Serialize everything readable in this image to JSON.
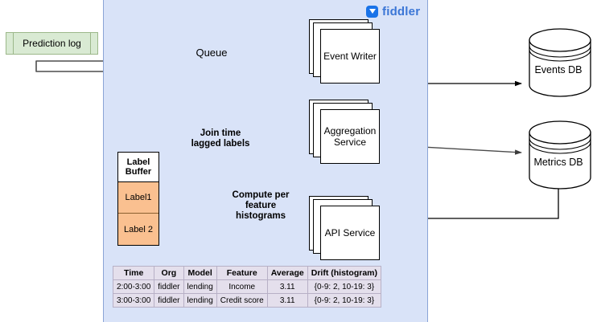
{
  "brand": {
    "name": "fiddler",
    "logo_icon": "fiddler-shield-icon",
    "color": "#3b76d6"
  },
  "platform": {
    "background": "#d9e3f8"
  },
  "external": {
    "prediction_log": {
      "label": "Prediction log",
      "fill": "#d9ead3"
    },
    "databases": [
      {
        "id": "events-db",
        "label": "Events DB"
      },
      {
        "id": "metrics-db",
        "label": "Metrics DB"
      }
    ]
  },
  "components": {
    "queue": {
      "label": "Queue",
      "shape": "cylinder"
    },
    "services": [
      {
        "id": "event-writer",
        "label": "Event Writer"
      },
      {
        "id": "aggregation-service",
        "label": "Aggregation Service",
        "line1": "Aggregation",
        "line2": "Service"
      },
      {
        "id": "api-service",
        "label": "API Service"
      }
    ]
  },
  "label_buffer": {
    "title_line1": "Label",
    "title_line2": "Buffer",
    "fill": "#fac090",
    "rows": [
      "Label1",
      "Label 2"
    ]
  },
  "annotations": [
    {
      "id": "join-time-lagged-labels",
      "line1": "Join time",
      "line2": "lagged labels"
    },
    {
      "id": "compute-per-feature-histograms",
      "line1": "Compute per",
      "line2": "feature",
      "line3": "histograms"
    }
  ],
  "metrics_table": {
    "fill": "#e4dfec",
    "columns": [
      "Time",
      "Org",
      "Model",
      "Feature",
      "Average",
      "Drift (histogram)"
    ],
    "rows": [
      [
        "2:00-3:00",
        "fiddler",
        "lending",
        "Income",
        "3.11",
        "{0-9: 2, 10-19: 3}"
      ],
      [
        "3:00-3:00",
        "fiddler",
        "lending",
        "Credit score",
        "3.11",
        "{0-9: 2, 10-19: 3}"
      ]
    ]
  }
}
